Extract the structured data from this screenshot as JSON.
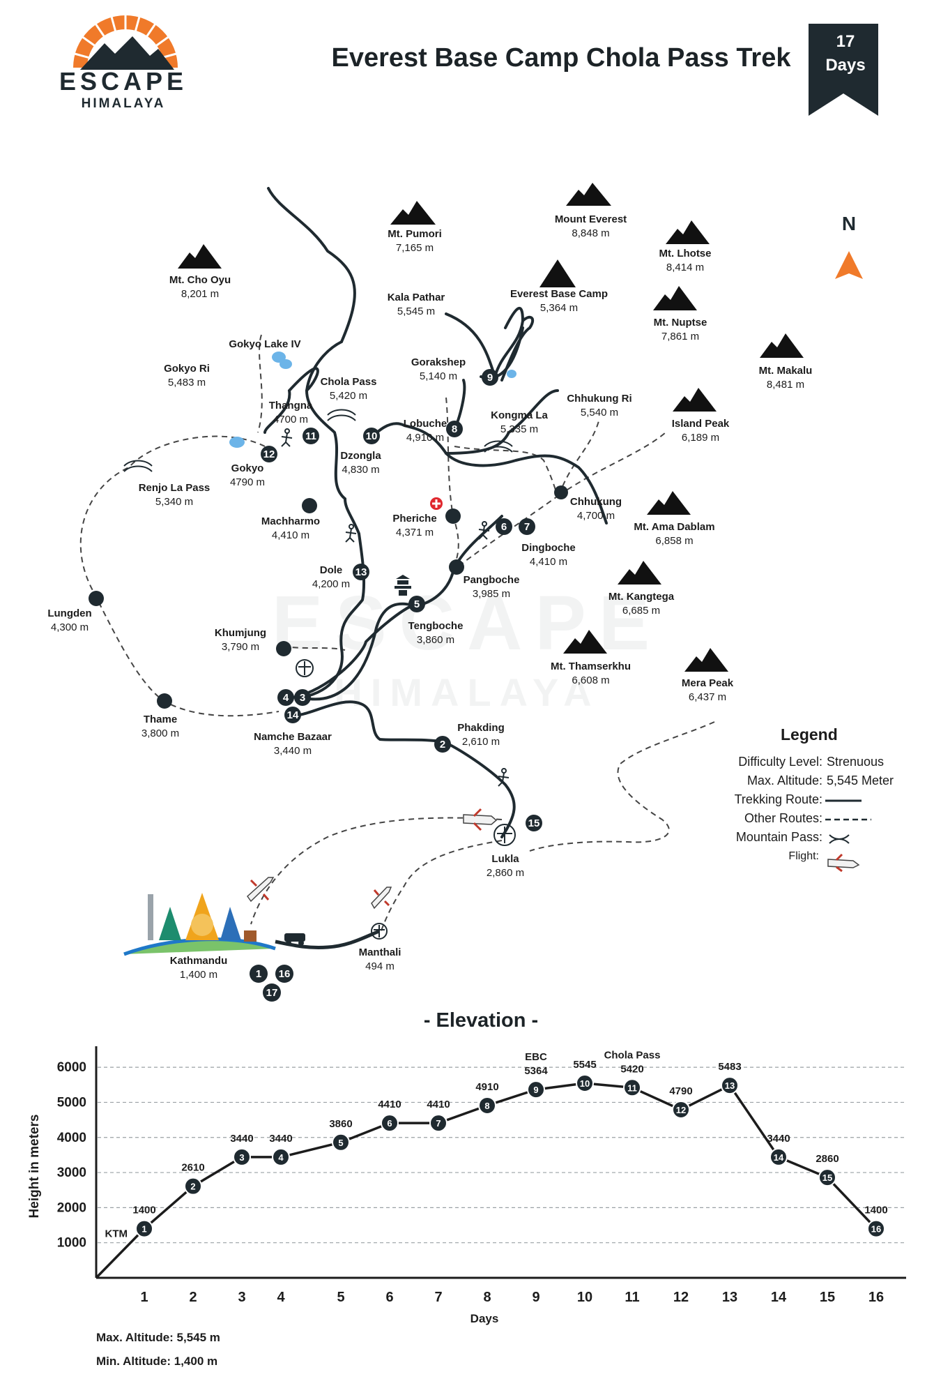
{
  "brand": {
    "name": "ESCAPE",
    "sub": "HIMALAYA"
  },
  "title": "Everest Base Camp Chola Pass Trek",
  "duration": {
    "number": "17",
    "unit": "Days"
  },
  "compass": "N",
  "colors": {
    "accent": "#f07a2a",
    "dark": "#1f2a30",
    "lake": "#6cb4e8",
    "cross": "#e0282e",
    "rock": "#111111"
  },
  "peaks": [
    {
      "name": "Mt. Cho Oyu",
      "alt": "8,201 m"
    },
    {
      "name": "Mt. Pumori",
      "alt": "7,165 m"
    },
    {
      "name": "Mount Everest",
      "alt": "8,848 m"
    },
    {
      "name": "Mt. Lhotse",
      "alt": "8,414 m"
    },
    {
      "name": "Mt. Nuptse",
      "alt": "7,861 m"
    },
    {
      "name": "Mt. Makalu",
      "alt": "8,481 m"
    },
    {
      "name": "Island Peak",
      "alt": "6,189 m"
    },
    {
      "name": "Mt. Ama Dablam",
      "alt": "6,858 m"
    },
    {
      "name": "Mt. Kangtega",
      "alt": "6,685 m"
    },
    {
      "name": "Mt. Thamserkhu",
      "alt": "6,608 m"
    },
    {
      "name": "Mera Peak",
      "alt": "6,437 m"
    }
  ],
  "places": [
    {
      "name": "Everest Base Camp",
      "alt": "5,364 m"
    },
    {
      "name": "Kala Pathar",
      "alt": "5,545 m"
    },
    {
      "name": "Gorakshep",
      "alt": "5,140 m"
    },
    {
      "name": "Gokyo Lake IV",
      "alt": ""
    },
    {
      "name": "Gokyo Ri",
      "alt": "5,483 m"
    },
    {
      "name": "Chola Pass",
      "alt": "5,420 m"
    },
    {
      "name": "Thangna",
      "alt": "4700 m"
    },
    {
      "name": "Lobuche",
      "alt": "4,910 m"
    },
    {
      "name": "Kongma La",
      "alt": "5,335 m"
    },
    {
      "name": "Chhukung Ri",
      "alt": "5,540 m"
    },
    {
      "name": "Gokyo",
      "alt": "4790 m"
    },
    {
      "name": "Dzongla",
      "alt": "4,830 m"
    },
    {
      "name": "Renjo La Pass",
      "alt": "5,340 m"
    },
    {
      "name": "Chhukung",
      "alt": "4,700 m"
    },
    {
      "name": "Machharmo",
      "alt": "4,410 m"
    },
    {
      "name": "Pheriche",
      "alt": "4,371 m"
    },
    {
      "name": "Dingboche",
      "alt": "4,410 m"
    },
    {
      "name": "Dole",
      "alt": "4,200 m"
    },
    {
      "name": "Pangboche",
      "alt": "3,985 m"
    },
    {
      "name": "Lungden",
      "alt": "4,300 m"
    },
    {
      "name": "Tengboche",
      "alt": "3,860 m"
    },
    {
      "name": "Khumjung",
      "alt": "3,790 m"
    },
    {
      "name": "Thame",
      "alt": "3,800 m"
    },
    {
      "name": "Namche Bazaar",
      "alt": "3,440 m"
    },
    {
      "name": "Phakding",
      "alt": "2,610 m"
    },
    {
      "name": "Lukla",
      "alt": "2,860 m"
    },
    {
      "name": "Kathmandu",
      "alt": "1,400 m"
    },
    {
      "name": "Manthali",
      "alt": "494 m"
    }
  ],
  "route_stops": [
    "1",
    "2",
    "3",
    "4",
    "5",
    "6",
    "7",
    "8",
    "9",
    "10",
    "11",
    "12",
    "13",
    "14",
    "15",
    "16",
    "17"
  ],
  "legend": {
    "title": "Legend",
    "difficulty_label": "Difficulty Level:",
    "difficulty_value": "Strenuous",
    "max_alt_label": "Max. Altitude:",
    "max_alt_value": "5,545 Meter",
    "trekking_route": "Trekking Route:",
    "other_routes": "Other Routes:",
    "mountain_pass": "Mountain Pass:",
    "flight": "Flight:"
  },
  "watermark": {
    "name": "ESCAPE",
    "sub": "HIMALAYA"
  },
  "elevation_title": "- Elevation -",
  "summary": {
    "max": "Max. Altitude: 5,545 m",
    "min": "Min. Altitude: 1,400 m"
  },
  "chart_data": {
    "type": "line",
    "title": "- Elevation -",
    "xlabel": "Days",
    "ylabel": "Height in meters",
    "x": [
      1,
      2,
      3,
      4,
      5,
      6,
      7,
      8,
      9,
      10,
      11,
      12,
      13,
      14,
      15,
      16
    ],
    "values": [
      1400,
      2610,
      3440,
      3440,
      3860,
      4410,
      4410,
      4910,
      5364,
      5545,
      5420,
      4790,
      5483,
      3440,
      2860,
      1400
    ],
    "value_labels": [
      "1400",
      "2610",
      "3440",
      "3440",
      "3860",
      "4410",
      "4410",
      "4910",
      "5364",
      "5545",
      "5420",
      "4790",
      "5483",
      "3440",
      "2860",
      "1400"
    ],
    "point_labels": [
      "1",
      "2",
      "3",
      "4",
      "5",
      "6",
      "7",
      "8",
      "9",
      "10",
      "11",
      "12",
      "13",
      "14",
      "15",
      "16"
    ],
    "annotations": [
      {
        "x": 1,
        "text": "KTM"
      },
      {
        "x": 9,
        "text": "EBC"
      },
      {
        "x": 11,
        "text": "Chola Pass"
      }
    ],
    "yticks": [
      1000,
      2000,
      3000,
      4000,
      5000,
      6000
    ],
    "ytick_labels": [
      "1000",
      "2000",
      "3000",
      "4000",
      "5000",
      "6000"
    ],
    "xtick_labels": [
      "1",
      "2",
      "3",
      "4",
      "5",
      "6",
      "7",
      "8",
      "9",
      "10",
      "11",
      "12",
      "13",
      "14",
      "15",
      "16"
    ],
    "ylim": [
      0,
      6400
    ],
    "grid": true
  }
}
